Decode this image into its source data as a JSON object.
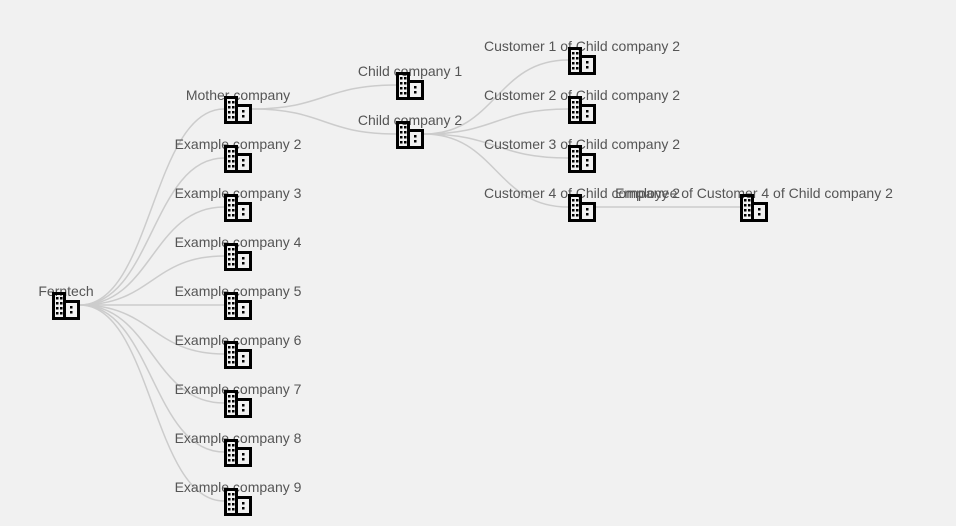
{
  "colors": {
    "background": "#f1f1f1",
    "link": "#cccccc",
    "label": "#555555",
    "icon": "#000000"
  },
  "node_icon": "building-icon",
  "nodes": [
    {
      "id": "ferntech",
      "label": "Ferntech",
      "parent": null
    },
    {
      "id": "mother",
      "label": "Mother company",
      "parent": "ferntech"
    },
    {
      "id": "ex2",
      "label": "Example company 2",
      "parent": "ferntech"
    },
    {
      "id": "ex3",
      "label": "Example company 3",
      "parent": "ferntech"
    },
    {
      "id": "ex4",
      "label": "Example company 4",
      "parent": "ferntech"
    },
    {
      "id": "ex5",
      "label": "Example company 5",
      "parent": "ferntech"
    },
    {
      "id": "ex6",
      "label": "Example company 6",
      "parent": "ferntech"
    },
    {
      "id": "ex7",
      "label": "Example company 7",
      "parent": "ferntech"
    },
    {
      "id": "ex8",
      "label": "Example company 8",
      "parent": "ferntech"
    },
    {
      "id": "ex9",
      "label": "Example company 9",
      "parent": "ferntech"
    },
    {
      "id": "child1",
      "label": "Child company 1",
      "parent": "mother"
    },
    {
      "id": "child2",
      "label": "Child company 2",
      "parent": "mother"
    },
    {
      "id": "cust1",
      "label": "Customer 1 of Child company 2",
      "parent": "child2"
    },
    {
      "id": "cust2",
      "label": "Customer 2 of Child company 2",
      "parent": "child2"
    },
    {
      "id": "cust3",
      "label": "Customer 3 of Child company 2",
      "parent": "child2"
    },
    {
      "id": "cust4",
      "label": "Customer 4 of Child company 2",
      "parent": "child2"
    },
    {
      "id": "emp1",
      "label": "Employee of Customer 4 of Child company 2",
      "parent": "cust4"
    }
  ]
}
